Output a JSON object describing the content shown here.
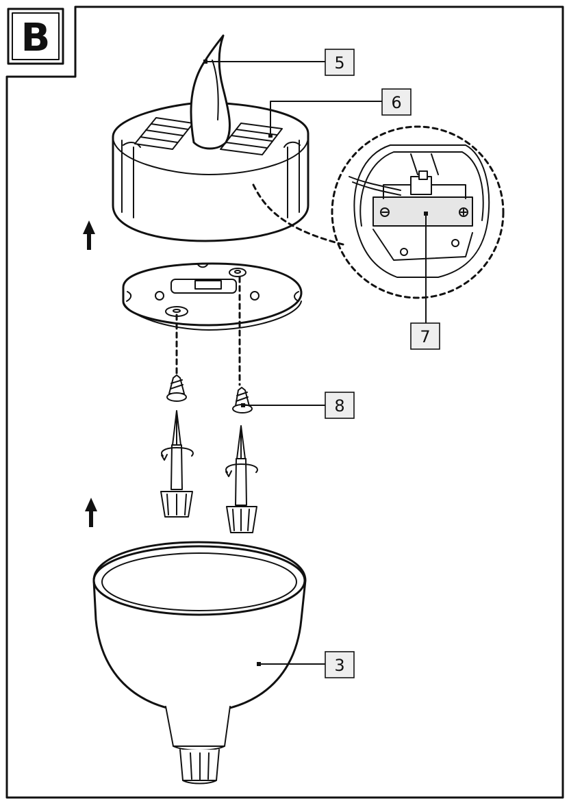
{
  "panel": {
    "letter": "B"
  },
  "callouts": [
    {
      "id": "5",
      "label": "5"
    },
    {
      "id": "6",
      "label": "6"
    },
    {
      "id": "7",
      "label": "7"
    },
    {
      "id": "8",
      "label": "8"
    },
    {
      "id": "3",
      "label": "3"
    }
  ],
  "colors": {
    "line": "#111111",
    "background": "#ffffff",
    "label_box": "#eeeeee"
  }
}
